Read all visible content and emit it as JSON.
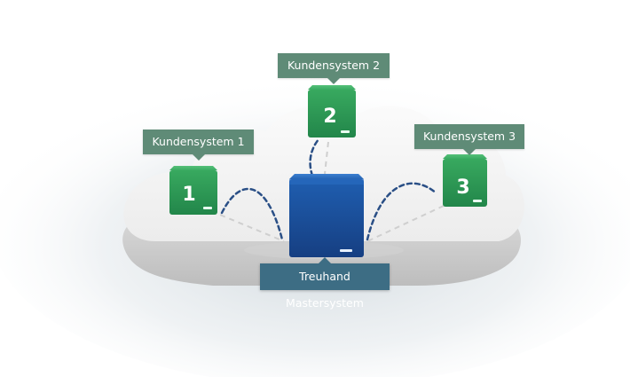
{
  "labels": {
    "kunde1": "Kundensystem 1",
    "kunde2": "Kundensystem 2",
    "kunde3": "Kundensystem 3",
    "master": "Treuhand Mastersystem"
  },
  "boxes": {
    "kunde1_number": "1",
    "kunde2_number": "2",
    "kunde3_number": "3"
  },
  "colors": {
    "client_box": "#2f9a55",
    "master_box": "#1d58a5",
    "client_label": "#5f8b77",
    "master_label": "#3d6d84",
    "connection": "#2a4f86"
  }
}
